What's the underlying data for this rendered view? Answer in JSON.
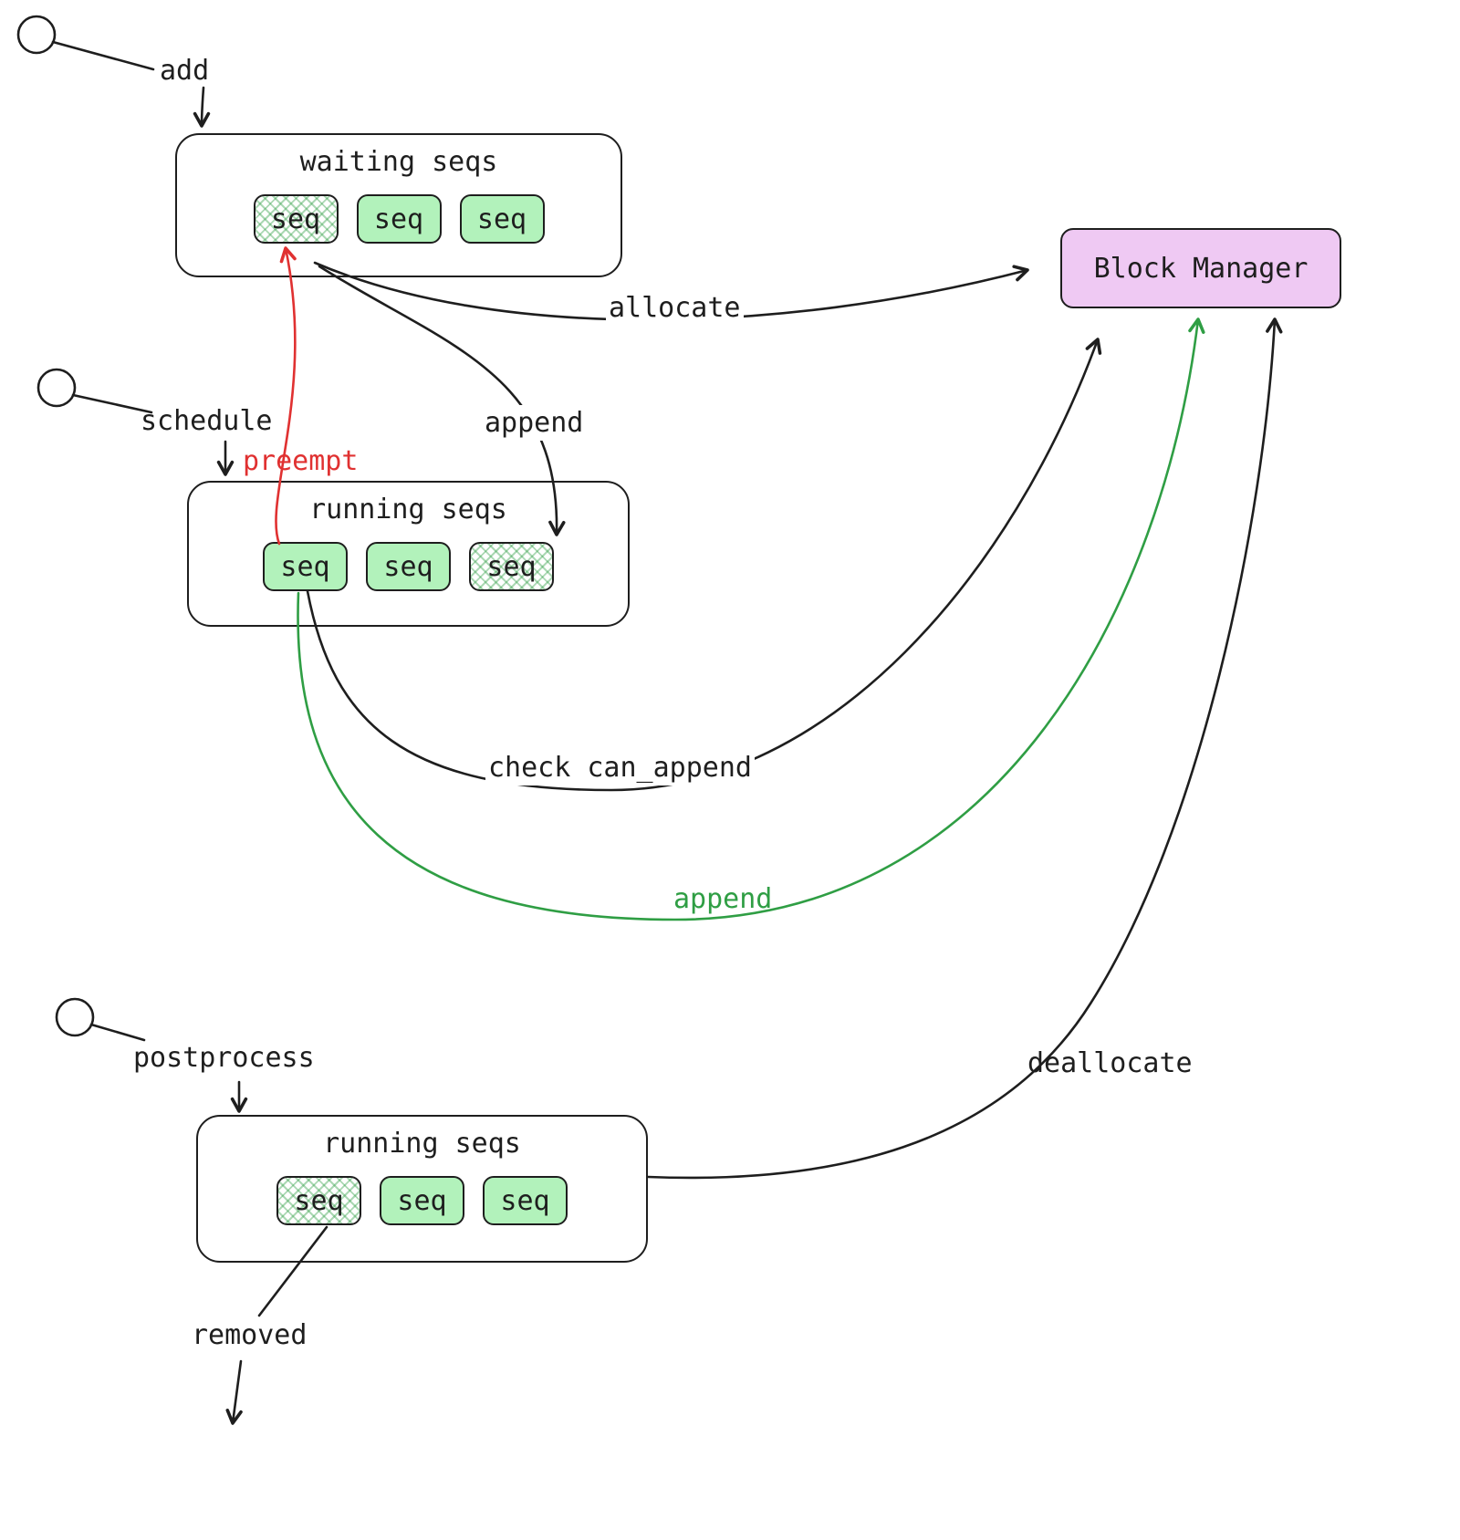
{
  "colors": {
    "ink": "#1e1e1e",
    "green_fill": "#b2f2bb",
    "green_stroke": "#2f9e44",
    "red": "#e03131",
    "purple_fill": "#efc9f3"
  },
  "nodes": {
    "waiting_seqs": {
      "title": "waiting seqs",
      "chips": [
        "seq",
        "seq",
        "seq"
      ]
    },
    "running_seqs_mid": {
      "title": "running seqs",
      "chips": [
        "seq",
        "seq",
        "seq"
      ]
    },
    "running_seqs_bottom": {
      "title": "running seqs",
      "chips": [
        "seq",
        "seq",
        "seq"
      ]
    },
    "block_manager": {
      "title": "Block Manager"
    }
  },
  "labels": {
    "add": "add",
    "allocate": "allocate",
    "schedule": "schedule",
    "preempt": "preempt",
    "append_waiting": "append",
    "check_can_append": "check can_append",
    "append_green": "append",
    "deallocate": "deallocate",
    "postprocess": "postprocess",
    "removed": "removed"
  }
}
